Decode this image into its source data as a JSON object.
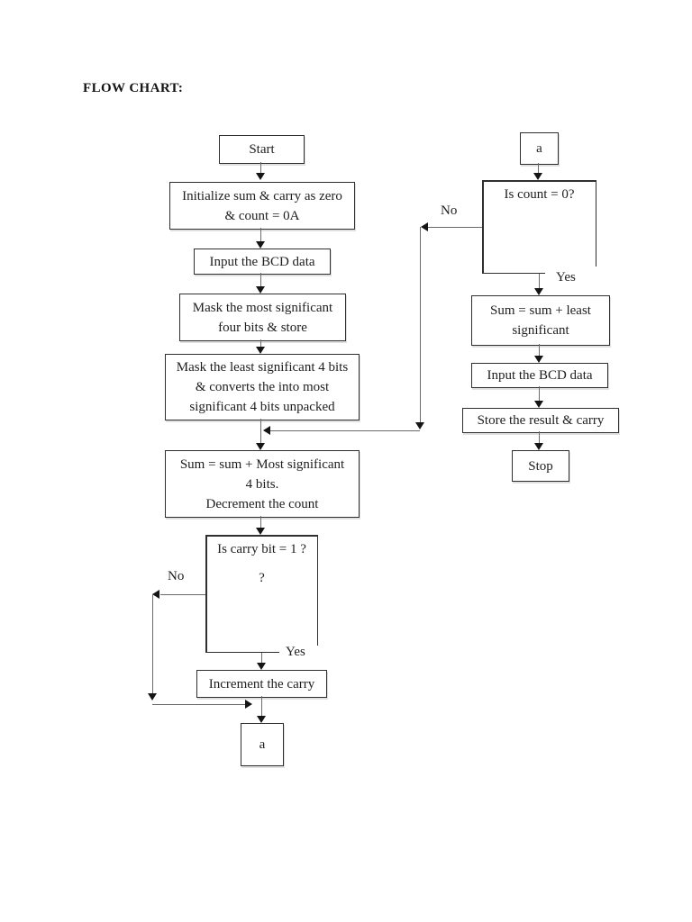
{
  "title": "FLOW CHART:",
  "colors": {
    "background": "#ffffff",
    "box_border": "#2f2f2f",
    "connector_line": "#6b6b6b",
    "arrowhead": "#151515",
    "text": "#1e1e1e"
  },
  "nodes": {
    "start": {
      "lines": [
        "Start"
      ]
    },
    "init": {
      "lines": [
        "Initialize sum & carry as zero",
        "& count = 0A"
      ]
    },
    "input_bcd": {
      "lines": [
        "Input the BCD data"
      ]
    },
    "mask_msb": {
      "lines": [
        "Mask the most significant",
        "four bits & store"
      ]
    },
    "mask_lsb": {
      "lines": [
        "Mask the least significant 4 bits",
        "& converts the into most",
        "significant 4 bits unpacked"
      ]
    },
    "sum_msb": {
      "lines": [
        "Sum = sum + Most significant",
        "4 bits.",
        "Decrement the count"
      ]
    },
    "carry_decision": {
      "lines": [
        "Is carry bit = 1  ?",
        "?"
      ]
    },
    "increment": {
      "lines": [
        "Increment the carry"
      ]
    },
    "connector_a_bottom": {
      "lines": [
        "a"
      ]
    },
    "connector_a_top": {
      "lines": [
        "a"
      ]
    },
    "count_decision": {
      "lines": [
        "Is count = 0?"
      ]
    },
    "sum_lsb": {
      "lines": [
        "Sum = sum + least",
        "significant"
      ]
    },
    "input_bcd_2": {
      "lines": [
        "Input the BCD data"
      ]
    },
    "store_result": {
      "lines": [
        "Store the result & carry"
      ]
    },
    "stop": {
      "lines": [
        "Stop"
      ]
    }
  },
  "labels": {
    "carry_no": "No",
    "carry_yes": "Yes",
    "count_no": "No",
    "count_yes": "Yes"
  }
}
